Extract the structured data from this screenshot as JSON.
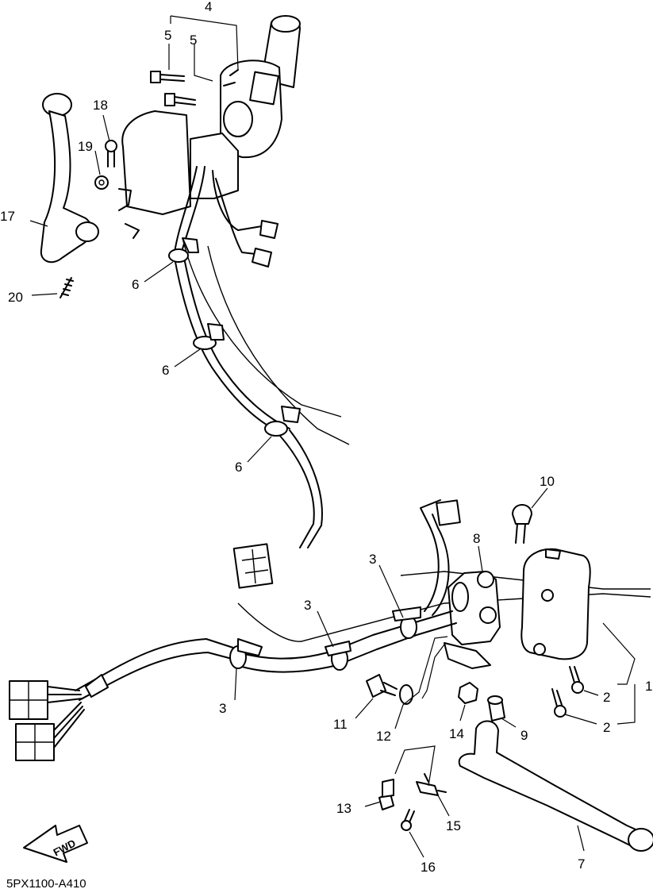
{
  "diagram": {
    "drawing_code": "5PX1100-A410",
    "direction_label": "FWD",
    "callouts": [
      "1",
      "2",
      "2",
      "3",
      "3",
      "3",
      "3",
      "4",
      "5",
      "5",
      "6",
      "6",
      "6",
      "7",
      "8",
      "9",
      "10",
      "11",
      "12",
      "13",
      "14",
      "15",
      "16",
      "17",
      "18",
      "19",
      "20"
    ]
  }
}
